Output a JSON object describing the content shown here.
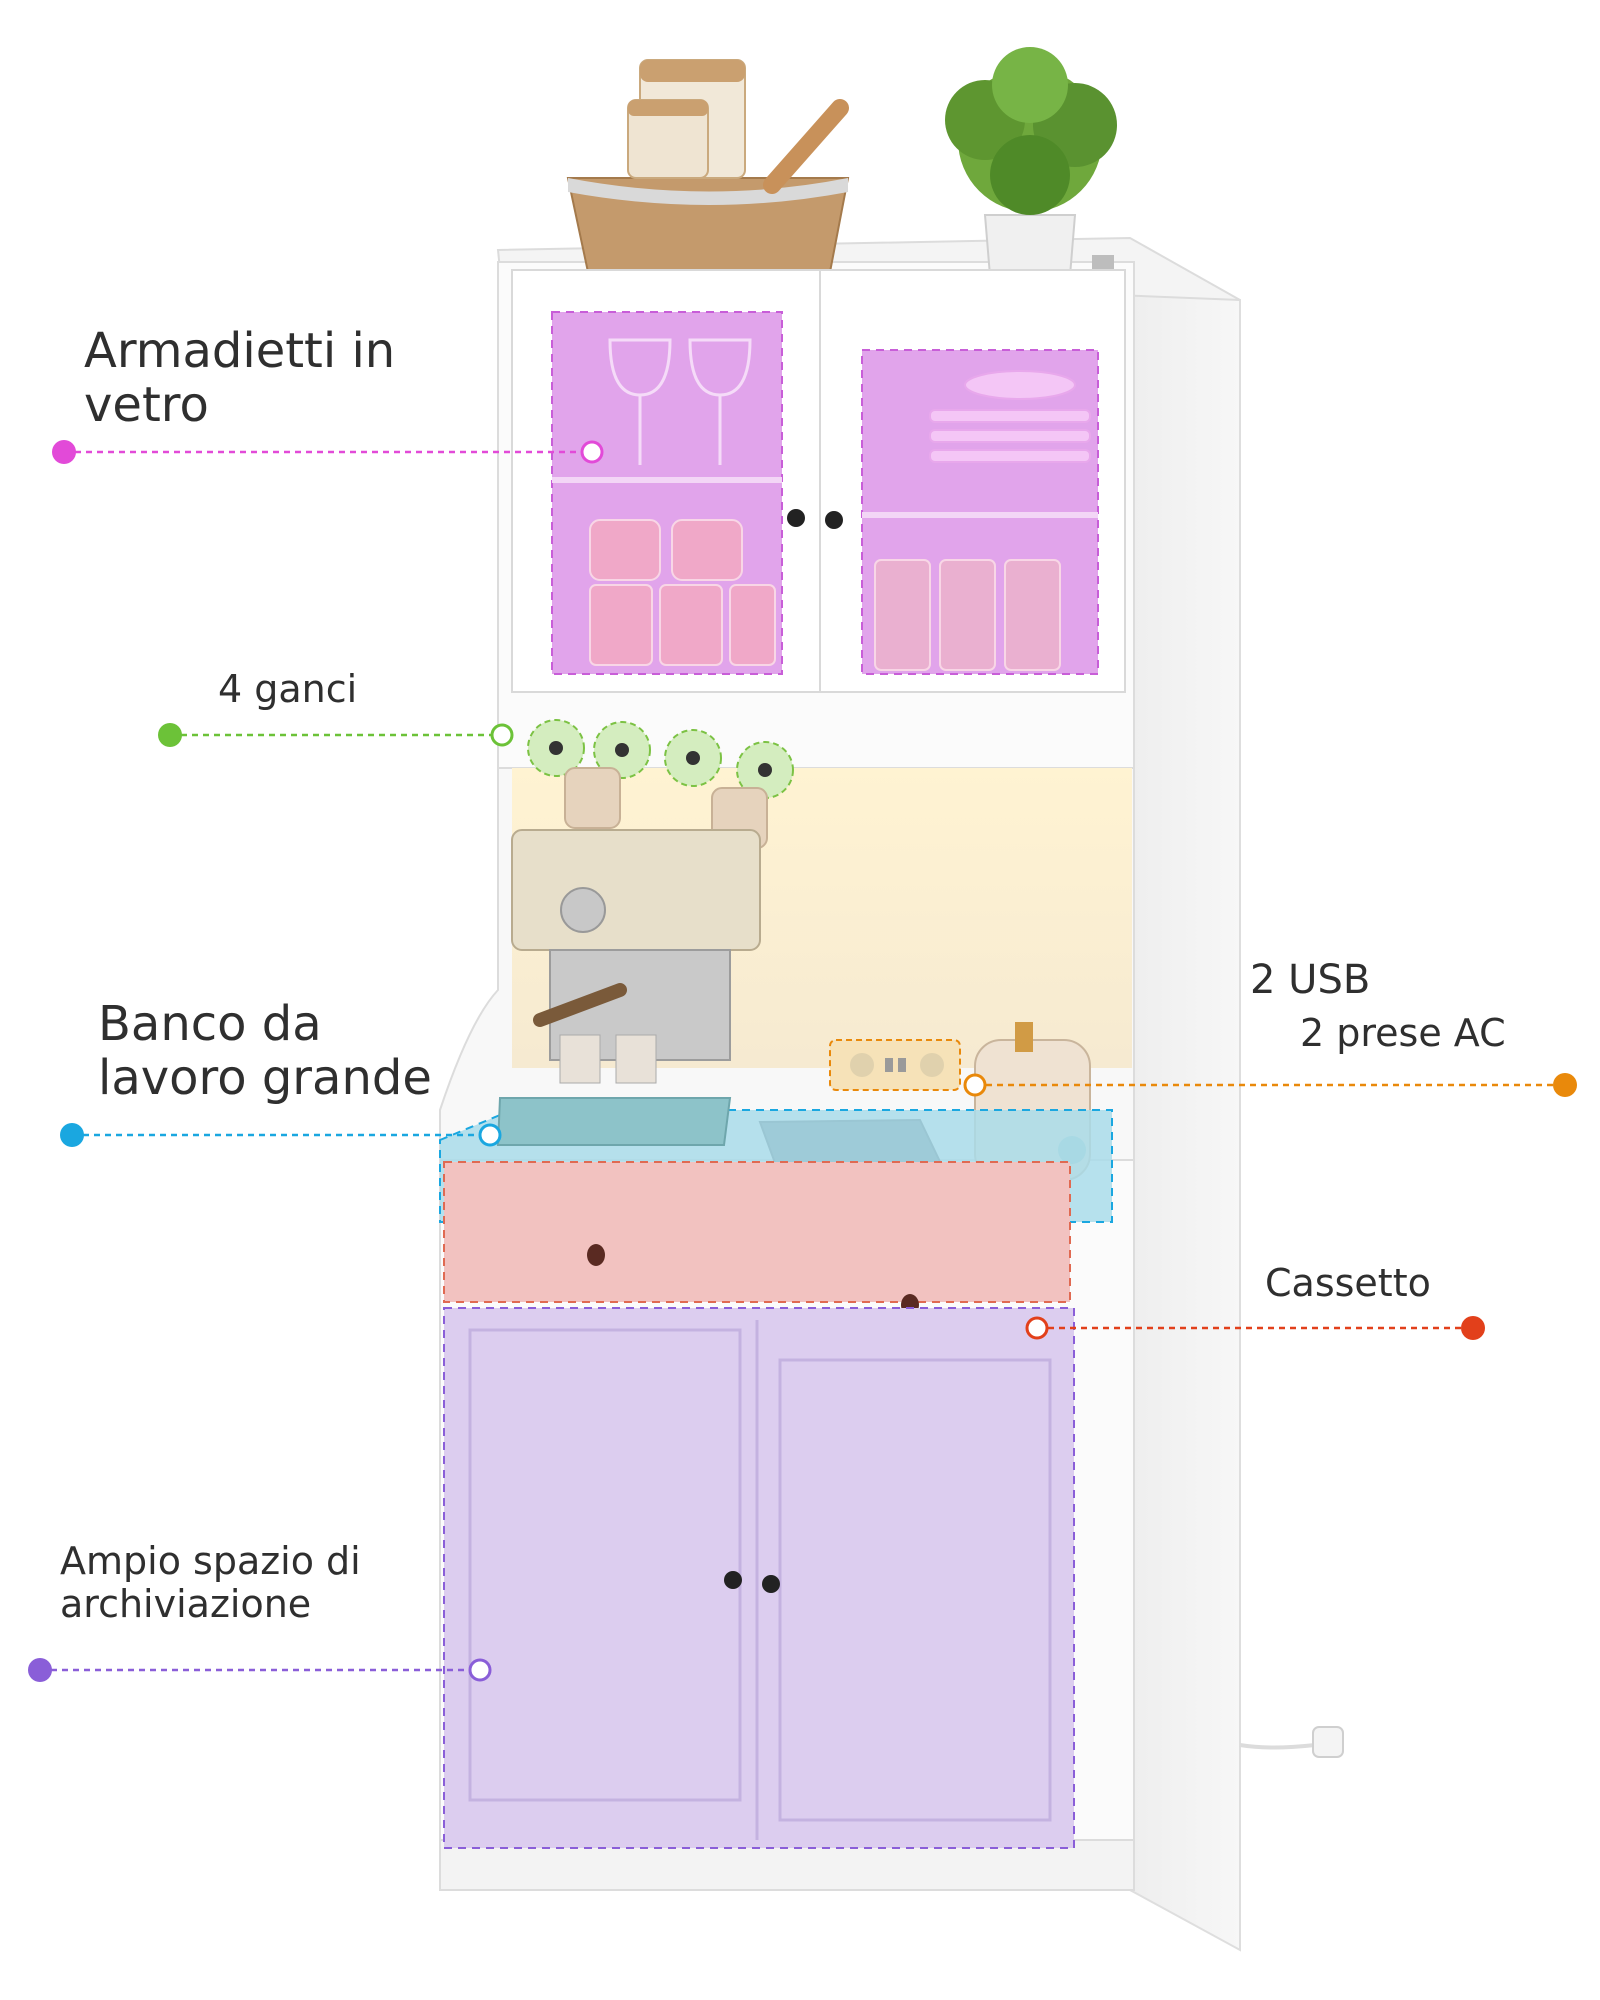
{
  "callouts": {
    "glass_cabinets": {
      "line1": "Armadietti in",
      "line2": "vetro",
      "color": "#e24ad8"
    },
    "hooks": {
      "text": "4 ganci",
      "color": "#6cc238"
    },
    "worktop": {
      "line1": "Banco da",
      "line2": "lavoro grande",
      "color": "#1aa7e0"
    },
    "power": {
      "line1": "2 USB",
      "line2": "2 prese AC",
      "color": "#e9890b"
    },
    "drawer": {
      "text": "Cassetto",
      "color": "#e2401b"
    },
    "storage": {
      "line1": "Ampio spazio di",
      "line2": "archiviazione",
      "color": "#8a5ed8"
    }
  },
  "colors": {
    "cabinet_white": "#fbfbfb",
    "glass_tint": "#d98ae6",
    "worktop_tint": "#a9dcea",
    "drawer_tint": "#f2c2c0",
    "storage_tint": "#dccdef",
    "light_glow": "#fff0c4"
  }
}
